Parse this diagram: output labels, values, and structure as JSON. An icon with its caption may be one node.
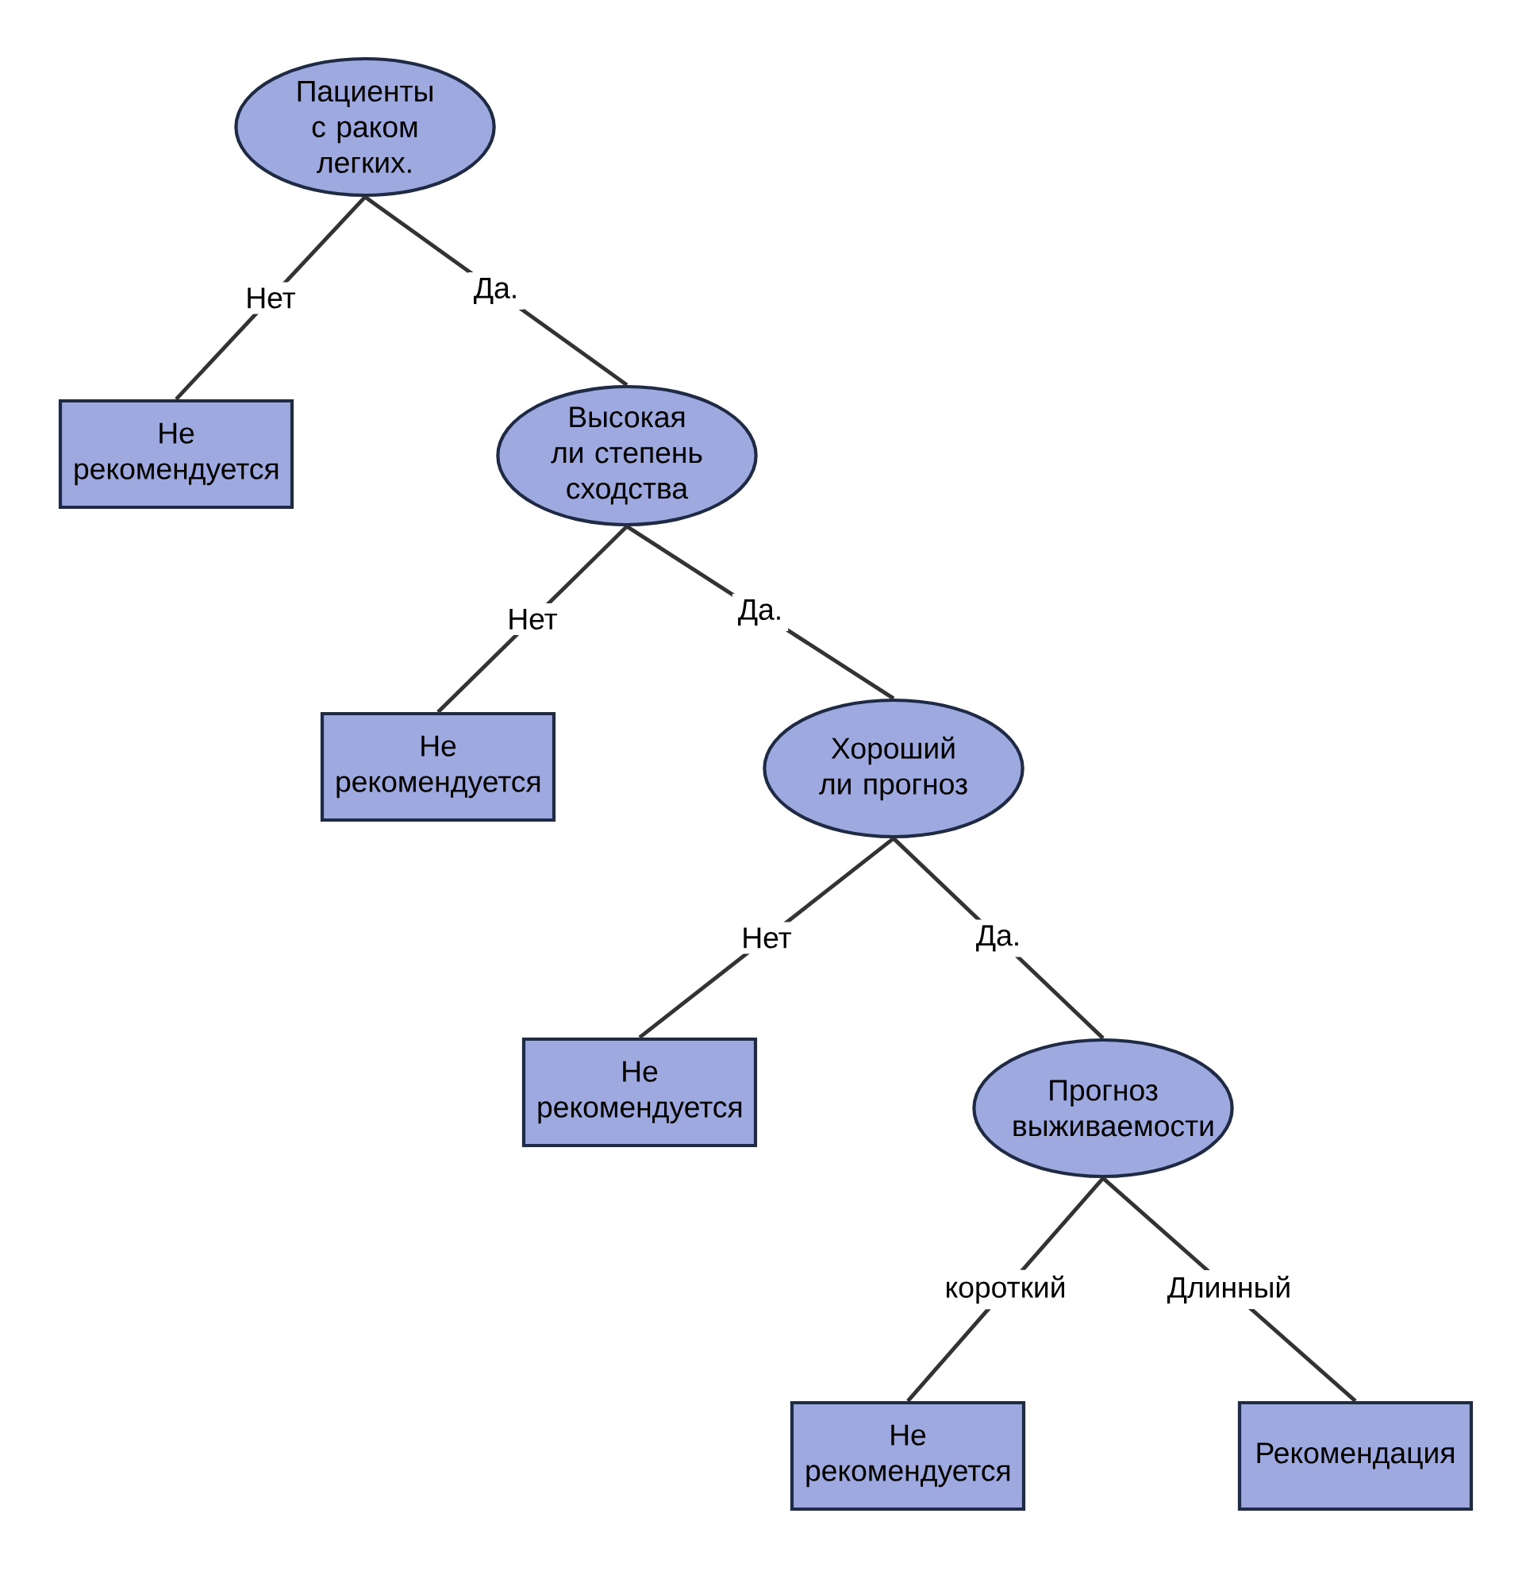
{
  "diagram": {
    "nodes": [
      {
        "text": [
          "Пациенты с раком легких."
        ]
      },
      {
        "text": [
          "Не рекомендуется"
        ]
      },
      {
        "text": [
          "Высокая ли степень сходства"
        ]
      },
      {
        "text": [
          "Не рекомендуется"
        ]
      },
      {
        "text": [
          "Хороший ли прогноз"
        ]
      },
      {
        "text": [
          "Не рекомендуется"
        ]
      },
      {
        "text": [
          "Прогноз выживаемости"
        ]
      },
      {
        "text": [
          "Не рекомендуется"
        ]
      },
      {
        "text": [
          "Рекомендация"
        ]
      }
    ],
    "edges": [
      {
        "from": 0,
        "to": 1,
        "arrow": "none",
        "label": "Нет"
      },
      {
        "from": 0,
        "to": 2,
        "arrow": "none",
        "label": "Да."
      },
      {
        "from": 2,
        "to": 3,
        "arrow": "none",
        "label": "Нет"
      },
      {
        "from": 2,
        "to": 4,
        "arrow": "none",
        "label": "Да."
      },
      {
        "from": 4,
        "to": 5,
        "arrow": "none",
        "label": "Нет"
      },
      {
        "from": 4,
        "to": 6,
        "arrow": "none",
        "label": "Да."
      },
      {
        "from": 6,
        "to": 7,
        "arrow": "none",
        "label": "короткий"
      },
      {
        "from": 6,
        "to": 8,
        "arrow": "none",
        "label": "Длинный"
      }
    ]
  }
}
